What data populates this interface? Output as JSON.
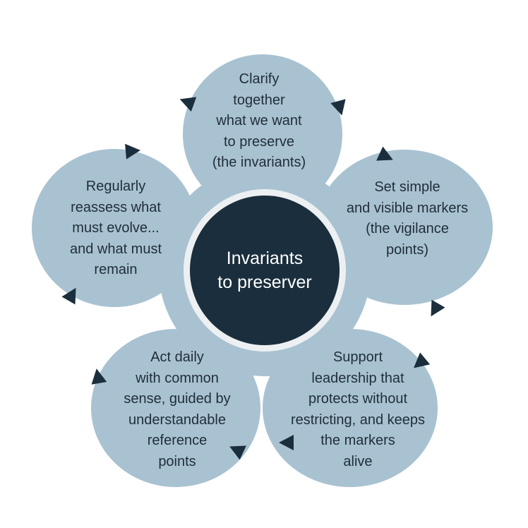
{
  "center": {
    "lines": [
      "Invariants",
      "to preserver"
    ]
  },
  "petals": [
    {
      "id": "clarify",
      "lines": [
        "Clarify",
        "together",
        "what we want",
        "to preserve",
        "(the invariants)"
      ]
    },
    {
      "id": "markers",
      "lines": [
        "Set simple",
        "and visible markers",
        "(the vigilance",
        "points)"
      ]
    },
    {
      "id": "leadership",
      "lines": [
        "Support",
        "leadership that",
        "protects without",
        "restricting, and keeps",
        "the markers",
        "alive"
      ]
    },
    {
      "id": "act-daily",
      "lines": [
        "Act daily",
        "with common",
        "sense, guided by",
        "understandable",
        "reference",
        "points"
      ]
    },
    {
      "id": "reassess",
      "lines": [
        "Regularly",
        "reassess what",
        "must evolve...",
        "and what must",
        "remain"
      ]
    }
  ],
  "colors": {
    "petal": "#a9c2d1",
    "center_fill": "#1b2e3d",
    "center_ring": "#edf0f2",
    "arrow": "#1b2e3d",
    "petal_text": "#1f2d3a",
    "center_text": "#ffffff"
  }
}
